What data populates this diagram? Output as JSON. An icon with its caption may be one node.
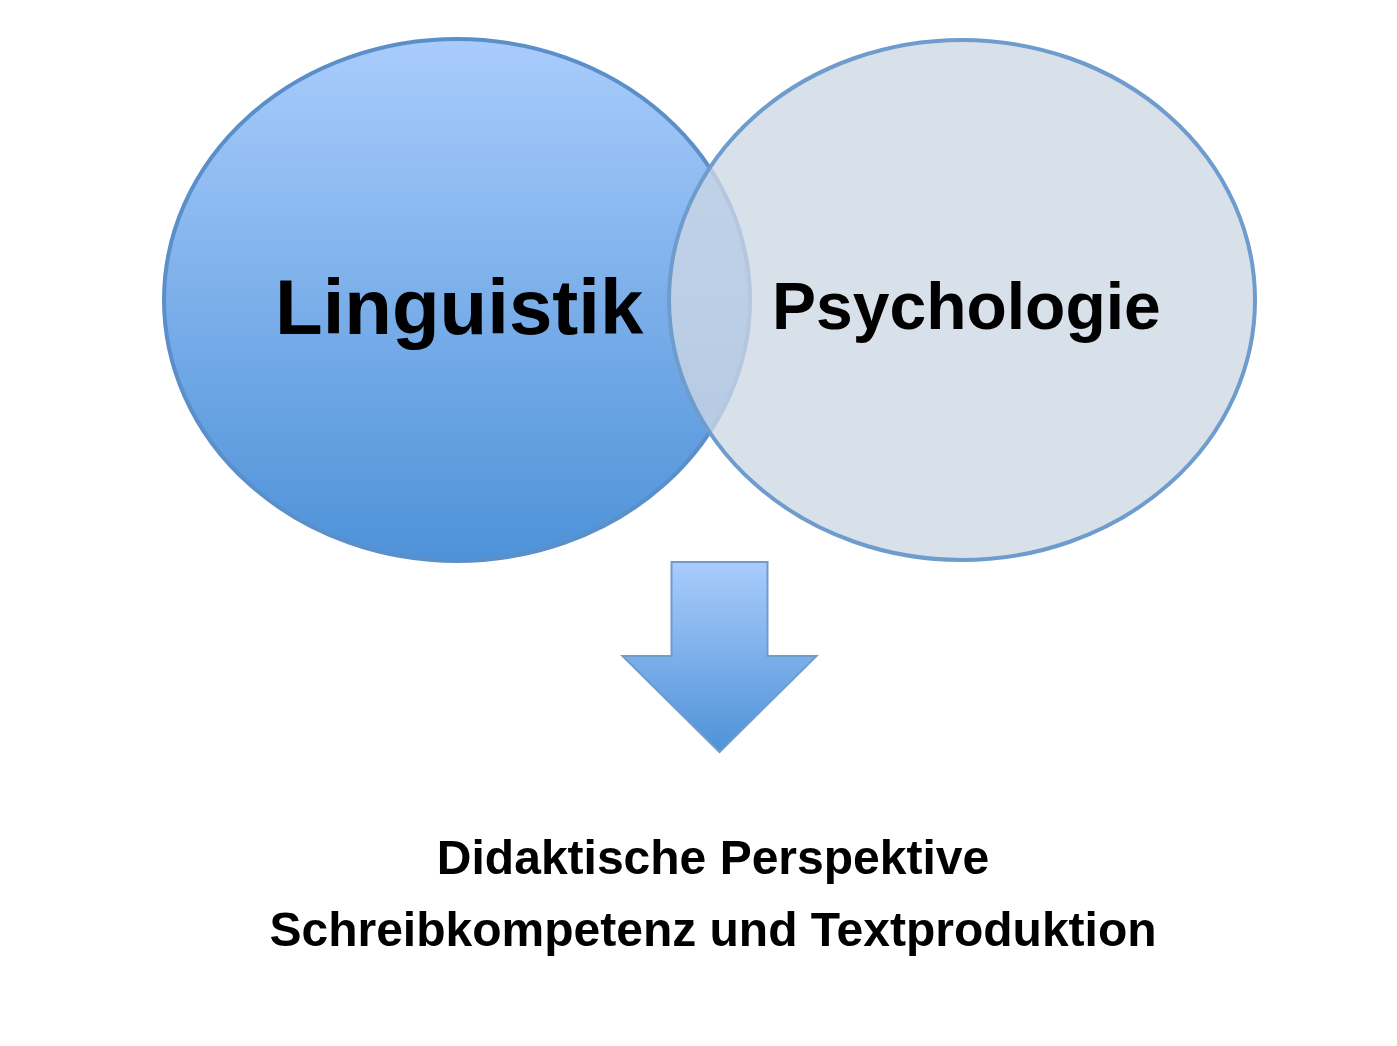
{
  "diagram": {
    "nodes": [
      {
        "text": [
          "Linguistik"
        ]
      },
      {
        "text": [
          "Psychologie"
        ]
      },
      {
        "text": [
          "Didaktische Perspektive",
          "Schreibkompetenz und Textproduktion"
        ]
      }
    ],
    "edges": [
      {
        "from": 0,
        "to": 2,
        "arrow": "to"
      },
      {
        "from": 1,
        "to": 2,
        "arrow": "to"
      }
    ]
  }
}
